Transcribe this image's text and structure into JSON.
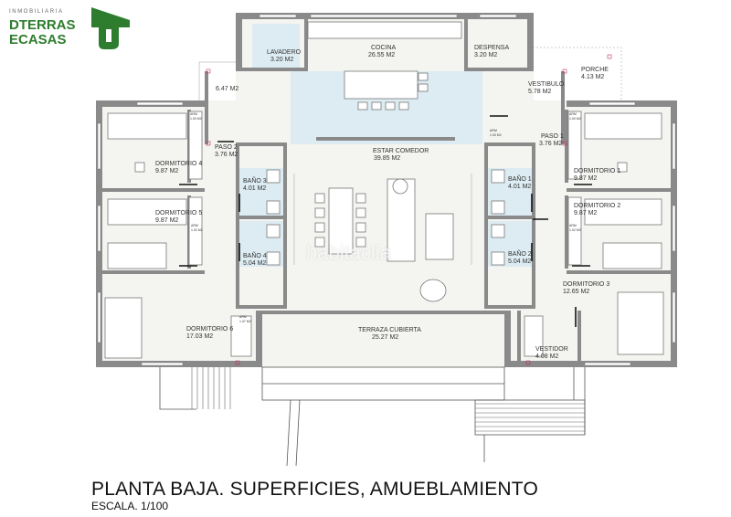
{
  "title": "PLANTA BAJA. SUPERFICIES, AMUEBLAMIENTO",
  "scale": "ESCALA. 1/100",
  "logo": {
    "tagline": "INMOBILIARIA",
    "line1": "DTERRAS",
    "line2": "ECASAS",
    "color": "#2e7d2e"
  },
  "watermark": "habitaclia",
  "rooms": {
    "lavadero": {
      "name": "LAVADERO",
      "area": "3.20 M2"
    },
    "cocina": {
      "name": "COCINA",
      "area": "26.55 M2"
    },
    "despensa": {
      "name": "DESPENSA",
      "area": "3.20 M2"
    },
    "porche": {
      "name": "PORCHE",
      "area": "4.13 M2"
    },
    "vestibulo": {
      "name": "VESTIBULO",
      "area": "5.78 M2"
    },
    "hall_left": {
      "area": "6.47 M2"
    },
    "paso2": {
      "name": "PASO 2",
      "area": "3.76 M2"
    },
    "paso1": {
      "name": "PASO 1",
      "area": "3.76 M2"
    },
    "estar": {
      "name": "ESTAR COMEDOR",
      "area": "39.85 M2"
    },
    "dorm4": {
      "name": "DORMITORIO 4",
      "area": "9.87 M2"
    },
    "dorm5": {
      "name": "DORMITORIO 5",
      "area": "9.87 M2"
    },
    "dorm6": {
      "name": "DORMITORIO 6",
      "area": "17.03 M2"
    },
    "dorm1": {
      "name": "DORMITORIO 1",
      "area": "9.87 M2"
    },
    "dorm2": {
      "name": "DORMITORIO 2",
      "area": "9.87 M2"
    },
    "dorm3": {
      "name": "DORMITORIO 3",
      "area": "12.65 M2"
    },
    "bano3": {
      "name": "BAÑO 3",
      "area": "4.01 M2"
    },
    "bano4": {
      "name": "BAÑO 4",
      "area": "5.04 M2"
    },
    "bano1": {
      "name": "BAÑO 1",
      "area": "4.01 M2"
    },
    "bano2": {
      "name": "BAÑO 2",
      "area": "5.04 M2"
    },
    "terraza": {
      "name": "TERRAZA CUBIERTA",
      "area": "25.27 M2"
    },
    "vestidor": {
      "name": "VESTIDOR",
      "area": "4.08 M2"
    }
  },
  "closets": {
    "c4": {
      "tag": "ARM",
      "area": "1.00 M2"
    },
    "c5": {
      "tag": "ARM",
      "area": "1.02 M2"
    },
    "c6": {
      "tag": "ARM",
      "area": "1.37 M2"
    },
    "cv": {
      "tag": "ARM",
      "area": "1.00 M2"
    },
    "c1": {
      "tag": "ARM",
      "area": "1.00 M2"
    },
    "c2": {
      "tag": "ARM",
      "area": "1.02 M2"
    }
  }
}
